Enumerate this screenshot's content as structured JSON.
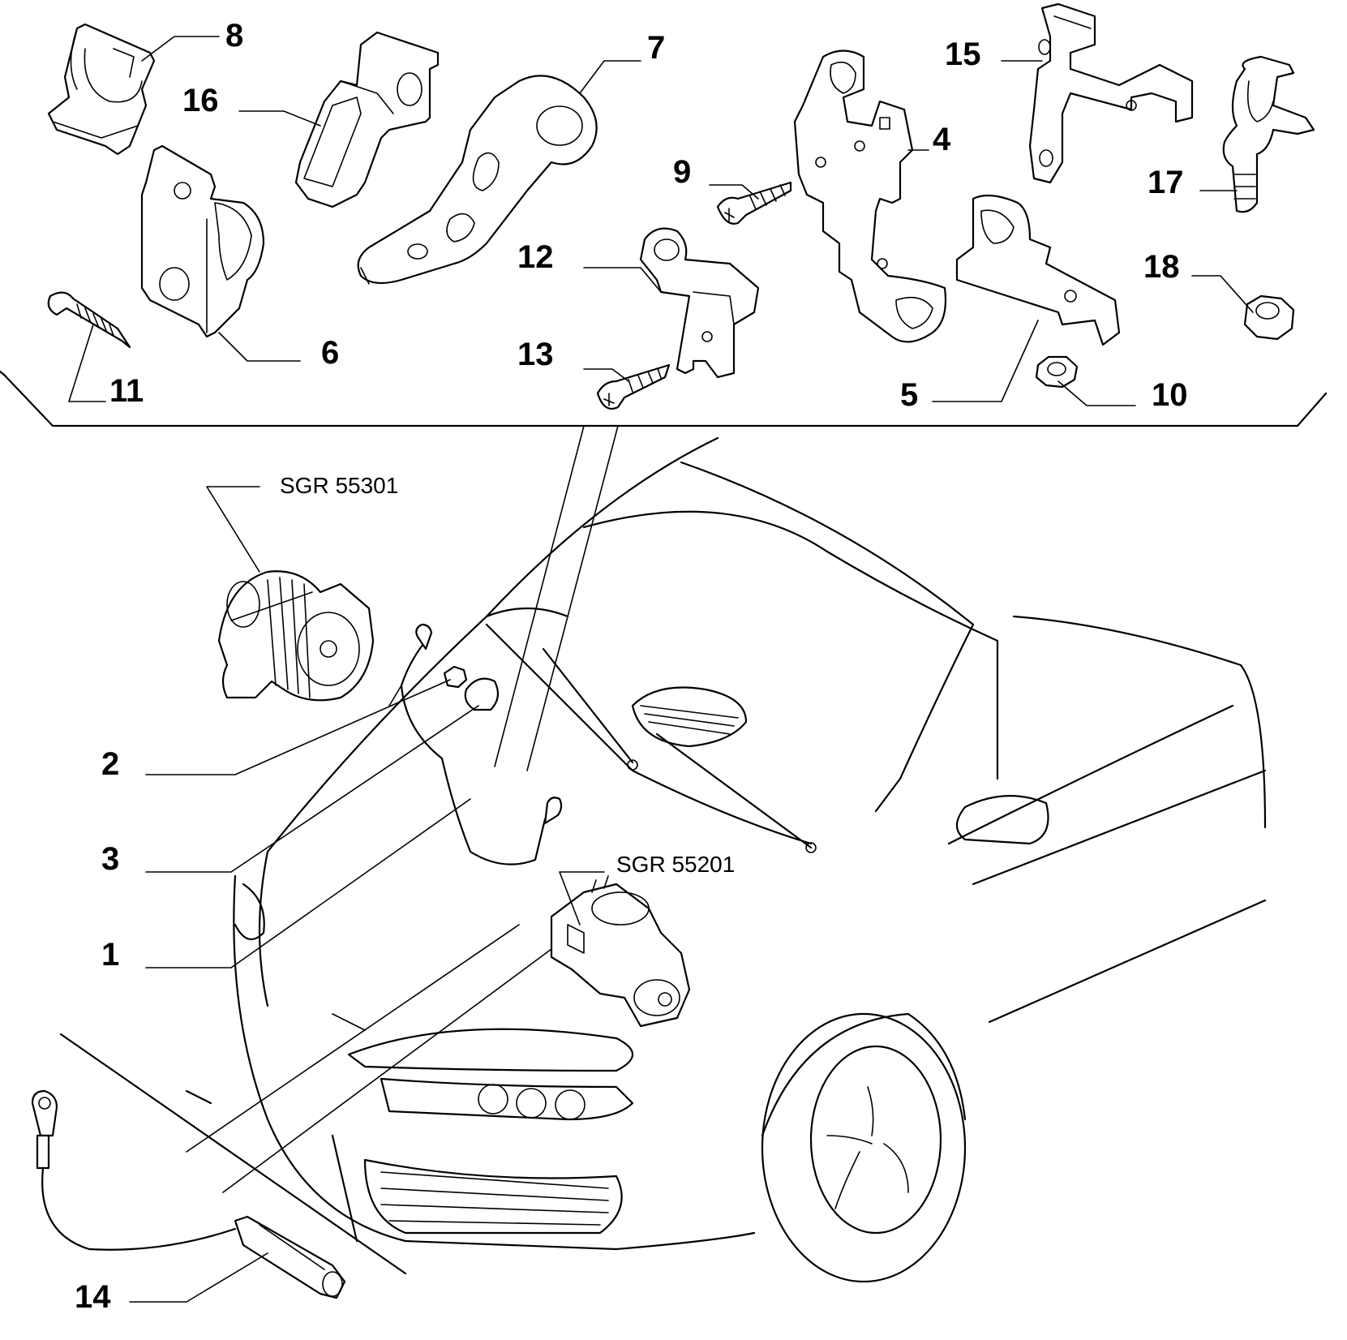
{
  "callouts": {
    "c1": "1",
    "c2": "2",
    "c3": "3",
    "c4": "4",
    "c5": "5",
    "c6": "6",
    "c7": "7",
    "c8": "8",
    "c9": "9",
    "c10": "10",
    "c11": "11",
    "c12": "12",
    "c13": "13",
    "c14": "14",
    "c15": "15",
    "c16": "16",
    "c17": "17",
    "c18": "18"
  },
  "references": {
    "alternator": "SGR 55301",
    "starter": "SGR 55201"
  }
}
